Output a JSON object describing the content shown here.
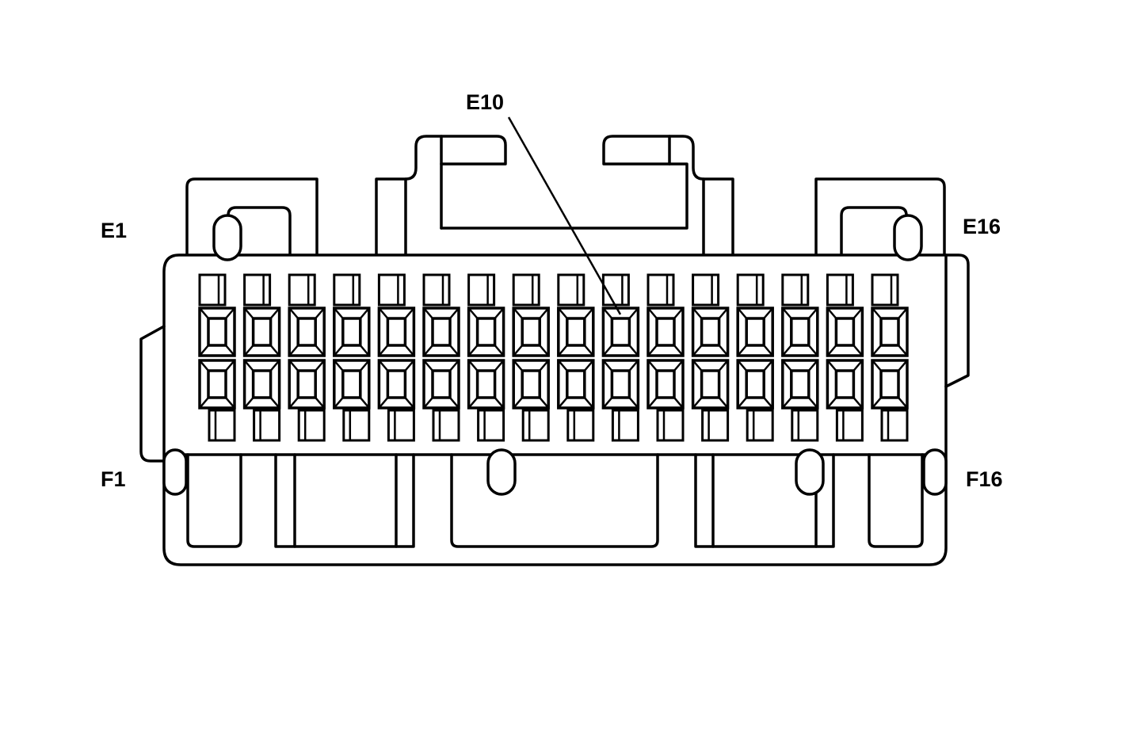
{
  "labels": {
    "e1": "E1",
    "e10": "E10",
    "e16": "E16",
    "f1": "F1",
    "f16": "F16"
  },
  "connector": {
    "columns": 16,
    "rows": [
      "E",
      "F"
    ]
  },
  "colors": {
    "stroke": "#000000",
    "background": "#ffffff"
  }
}
